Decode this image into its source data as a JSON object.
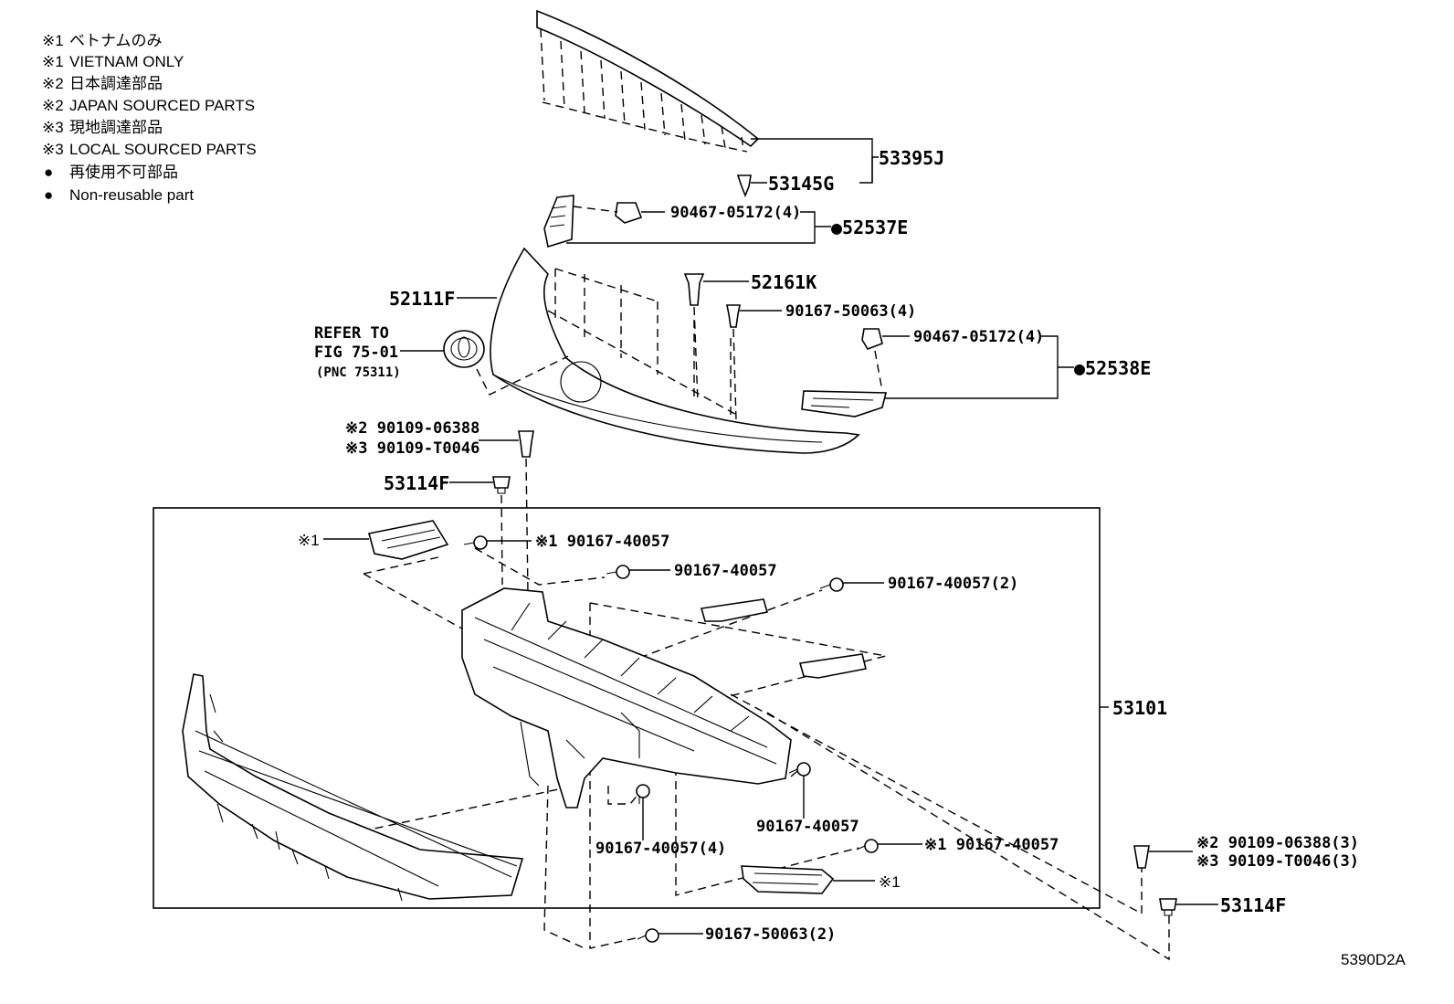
{
  "legend": [
    {
      "mark": "※1",
      "text": "ベトナムのみ"
    },
    {
      "mark": "※1",
      "text": "VIETNAM ONLY"
    },
    {
      "mark": "※2",
      "text": "日本調達部品"
    },
    {
      "mark": "※2",
      "text": "JAPAN SOURCED PARTS"
    },
    {
      "mark": "※3",
      "text": "現地調達部品"
    },
    {
      "mark": "※3",
      "text": "LOCAL SOURCED PARTS"
    },
    {
      "mark": "●",
      "text": "再使用不可部品"
    },
    {
      "mark": "●",
      "text": "Non-reusable part"
    }
  ],
  "labels": {
    "p53395J": "53395J",
    "p53145G": "53145G",
    "p90467_top": "90467-05172(4)",
    "p52537E": "●52537E",
    "p52161K": "52161K",
    "p52111F": "52111F",
    "p90167_50063_4": "90167-50063(4)",
    "p90467_right": "90467-05172(4)",
    "p52538E": "●52538E",
    "refer1": "REFER TO",
    "refer2": "FIG 75-01",
    "refer3": "(PNC 75311)",
    "p90109_a": "※2 90109-06388",
    "p90109_b": "※3 90109-T0046",
    "p53114F_top": "53114F",
    "mark1_left": "※1",
    "p90167_40057_s1": "※1 90167-40057",
    "p90167_40057_a": "90167-40057",
    "p90167_40057_2": "90167-40057(2)",
    "p53101": "53101",
    "p90167_40057_4": "90167-40057(4)",
    "p90167_40057_b": "90167-40057",
    "p90167_40057_s1b": "※1 90167-40057",
    "mark1_right": "※1",
    "p90109_c": "※2 90109-06388(3)",
    "p90109_d": "※3 90109-T0046(3)",
    "p53114F_bottom": "53114F",
    "p90167_50063_2": "90167-50063(2)",
    "diagram_code": "5390D2A"
  }
}
